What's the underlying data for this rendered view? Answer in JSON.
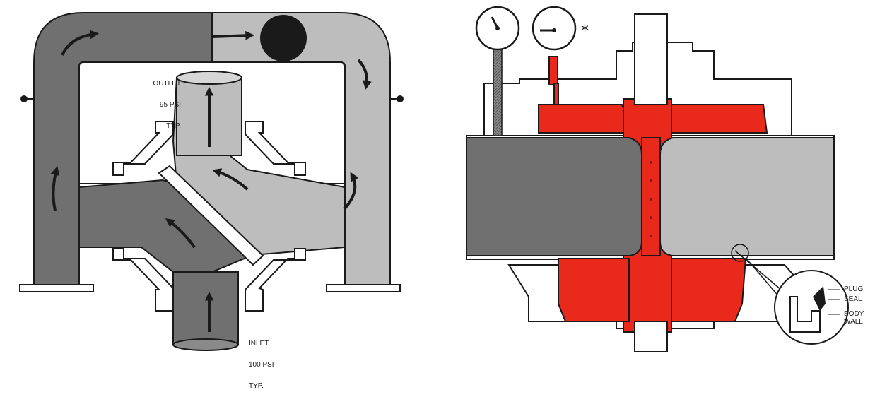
{
  "left_diagram": {
    "outlet": {
      "line1": "OUTLET",
      "line2": "95 PSI",
      "line3": "TYP."
    },
    "inlet": {
      "line1": "INLET",
      "line2": "100 PSI",
      "line3": "TYP."
    }
  },
  "right_diagram": {
    "asterisk": "*",
    "callouts": {
      "plug": "PLUG",
      "seal": "SEAL",
      "body": "BODY",
      "wall": "WALL"
    }
  },
  "colors": {
    "dark_gray": "#707070",
    "light_gray": "#bdbdbd",
    "red": "#e8291c",
    "outline": "#1a1a1a"
  }
}
